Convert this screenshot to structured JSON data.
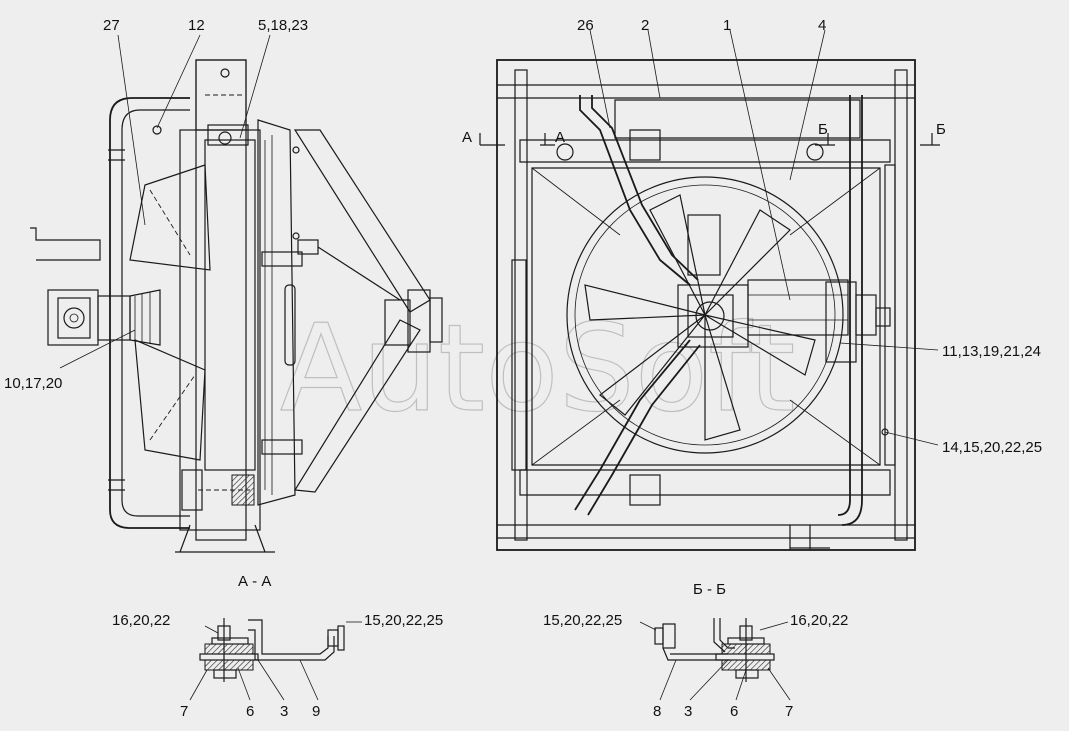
{
  "watermark": "AutoSoft",
  "left_view": {
    "callouts": [
      {
        "id": "c-27",
        "text": "27"
      },
      {
        "id": "c-12",
        "text": "12"
      },
      {
        "id": "c-5-18-23",
        "text": "5,18,23"
      },
      {
        "id": "c-10-17-20",
        "text": "10,17,20"
      }
    ]
  },
  "right_view": {
    "callouts": [
      {
        "id": "c-26",
        "text": "26"
      },
      {
        "id": "c-2",
        "text": "2"
      },
      {
        "id": "c-1",
        "text": "1"
      },
      {
        "id": "c-4",
        "text": "4"
      },
      {
        "id": "c-11-13",
        "text": "11,13,19,21,24"
      },
      {
        "id": "c-14-15",
        "text": "14,15,20,22,25"
      }
    ],
    "section_marks": {
      "a_left": "А",
      "a_right": "А",
      "b_left": "Б",
      "b_right": "Б"
    }
  },
  "section_aa": {
    "title": "А - А",
    "callouts": [
      {
        "id": "aa-16",
        "text": "16,20,22"
      },
      {
        "id": "aa-15",
        "text": "15,20,22,25"
      },
      {
        "id": "aa-7",
        "text": "7"
      },
      {
        "id": "aa-6",
        "text": "6"
      },
      {
        "id": "aa-3",
        "text": "3"
      },
      {
        "id": "aa-9",
        "text": "9"
      }
    ]
  },
  "section_bb": {
    "title": "Б - Б",
    "callouts": [
      {
        "id": "bb-15",
        "text": "15,20,22,25"
      },
      {
        "id": "bb-16",
        "text": "16,20,22"
      },
      {
        "id": "bb-8",
        "text": "8"
      },
      {
        "id": "bb-3",
        "text": "3"
      },
      {
        "id": "bb-6",
        "text": "6"
      },
      {
        "id": "bb-7",
        "text": "7"
      }
    ]
  }
}
